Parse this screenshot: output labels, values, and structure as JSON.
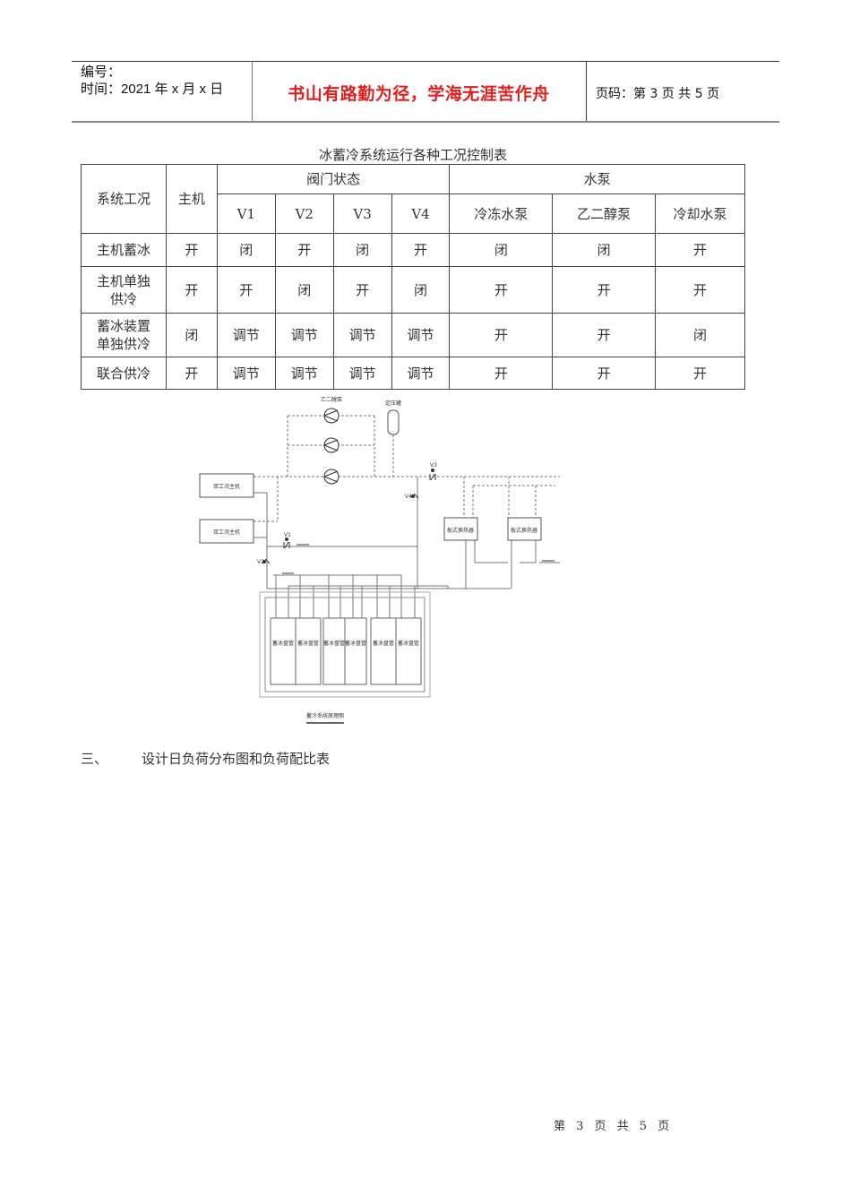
{
  "header": {
    "number_label": "编号：",
    "date_label": "时间：2021 年 x 月 x 日",
    "motto": "书山有路勤为径，学海无涯苦作舟",
    "page_info": "页码：第 3 页  共 5 页"
  },
  "table": {
    "title": "冰蓄冷系统运行各种工况控制表",
    "header_row1": {
      "condition": "系统工况",
      "host": "主机",
      "valve_group": "阀门状态",
      "pump_group": "水泵"
    },
    "header_row2": [
      "V1",
      "V2",
      "V3",
      "V4",
      "冷冻水泵",
      "乙二醇泵",
      "冷却水泵"
    ],
    "rows": [
      {
        "condition": "主机蓄冰",
        "cells": [
          "开",
          "闭",
          "开",
          "闭",
          "开",
          "闭",
          "闭",
          "开"
        ]
      },
      {
        "condition": "主机单独供冷",
        "cells": [
          "开",
          "开",
          "闭",
          "开",
          "闭",
          "开",
          "开",
          "开"
        ]
      },
      {
        "condition": "蓄冰装置单独供冷",
        "cells": [
          "闭",
          "调节",
          "调节",
          "调节",
          "调节",
          "开",
          "开",
          "闭"
        ]
      },
      {
        "condition": "联合供冷",
        "cells": [
          "开",
          "调节",
          "调节",
          "调节",
          "调节",
          "开",
          "开",
          "开"
        ]
      }
    ]
  },
  "diagram": {
    "caption": "蓄冷系统原理图",
    "pump_label": "乙二醇泵",
    "tank_label": "定压罐",
    "chiller_label": "双工况主机",
    "heat_exchanger_label": "板式换热器",
    "ice_coil_label": "蓄冰盘管",
    "valves": [
      "V1",
      "V2",
      "V3",
      "V4"
    ]
  },
  "section": {
    "number": "三、",
    "title": "设计日负荷分布图和负荷配比表"
  },
  "footer": {
    "page_text": "第 3 页 共 5 页"
  }
}
